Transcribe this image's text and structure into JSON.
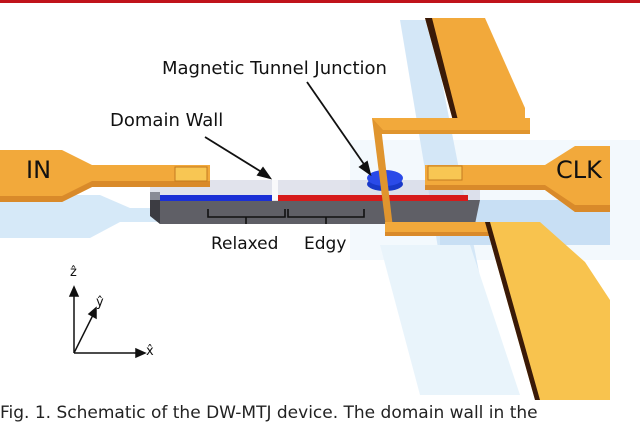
{
  "figure": {
    "labels": {
      "mtj": "Magnetic Tunnel Junction",
      "domain_wall": "Domain Wall",
      "input": "IN",
      "clock": "CLK",
      "relaxed": "Relaxed",
      "edgy": "Edgy"
    },
    "axes": {
      "z": "ẑ",
      "y": "ŷ",
      "x": "x̂"
    },
    "colors": {
      "gold": "#f2a93b",
      "gold_light": "#f8c653",
      "gold_dark": "#d98a2a",
      "substrate": "#5f5f66",
      "blue_domain": "#1a2fd6",
      "red_domain": "#d61a1a",
      "shadow_blue": "#b7d6f2",
      "accent_bar": "#c0131b"
    }
  },
  "caption": {
    "text": "Fig. 1. Schematic of the DW-MTJ device. The domain wall in the"
  }
}
